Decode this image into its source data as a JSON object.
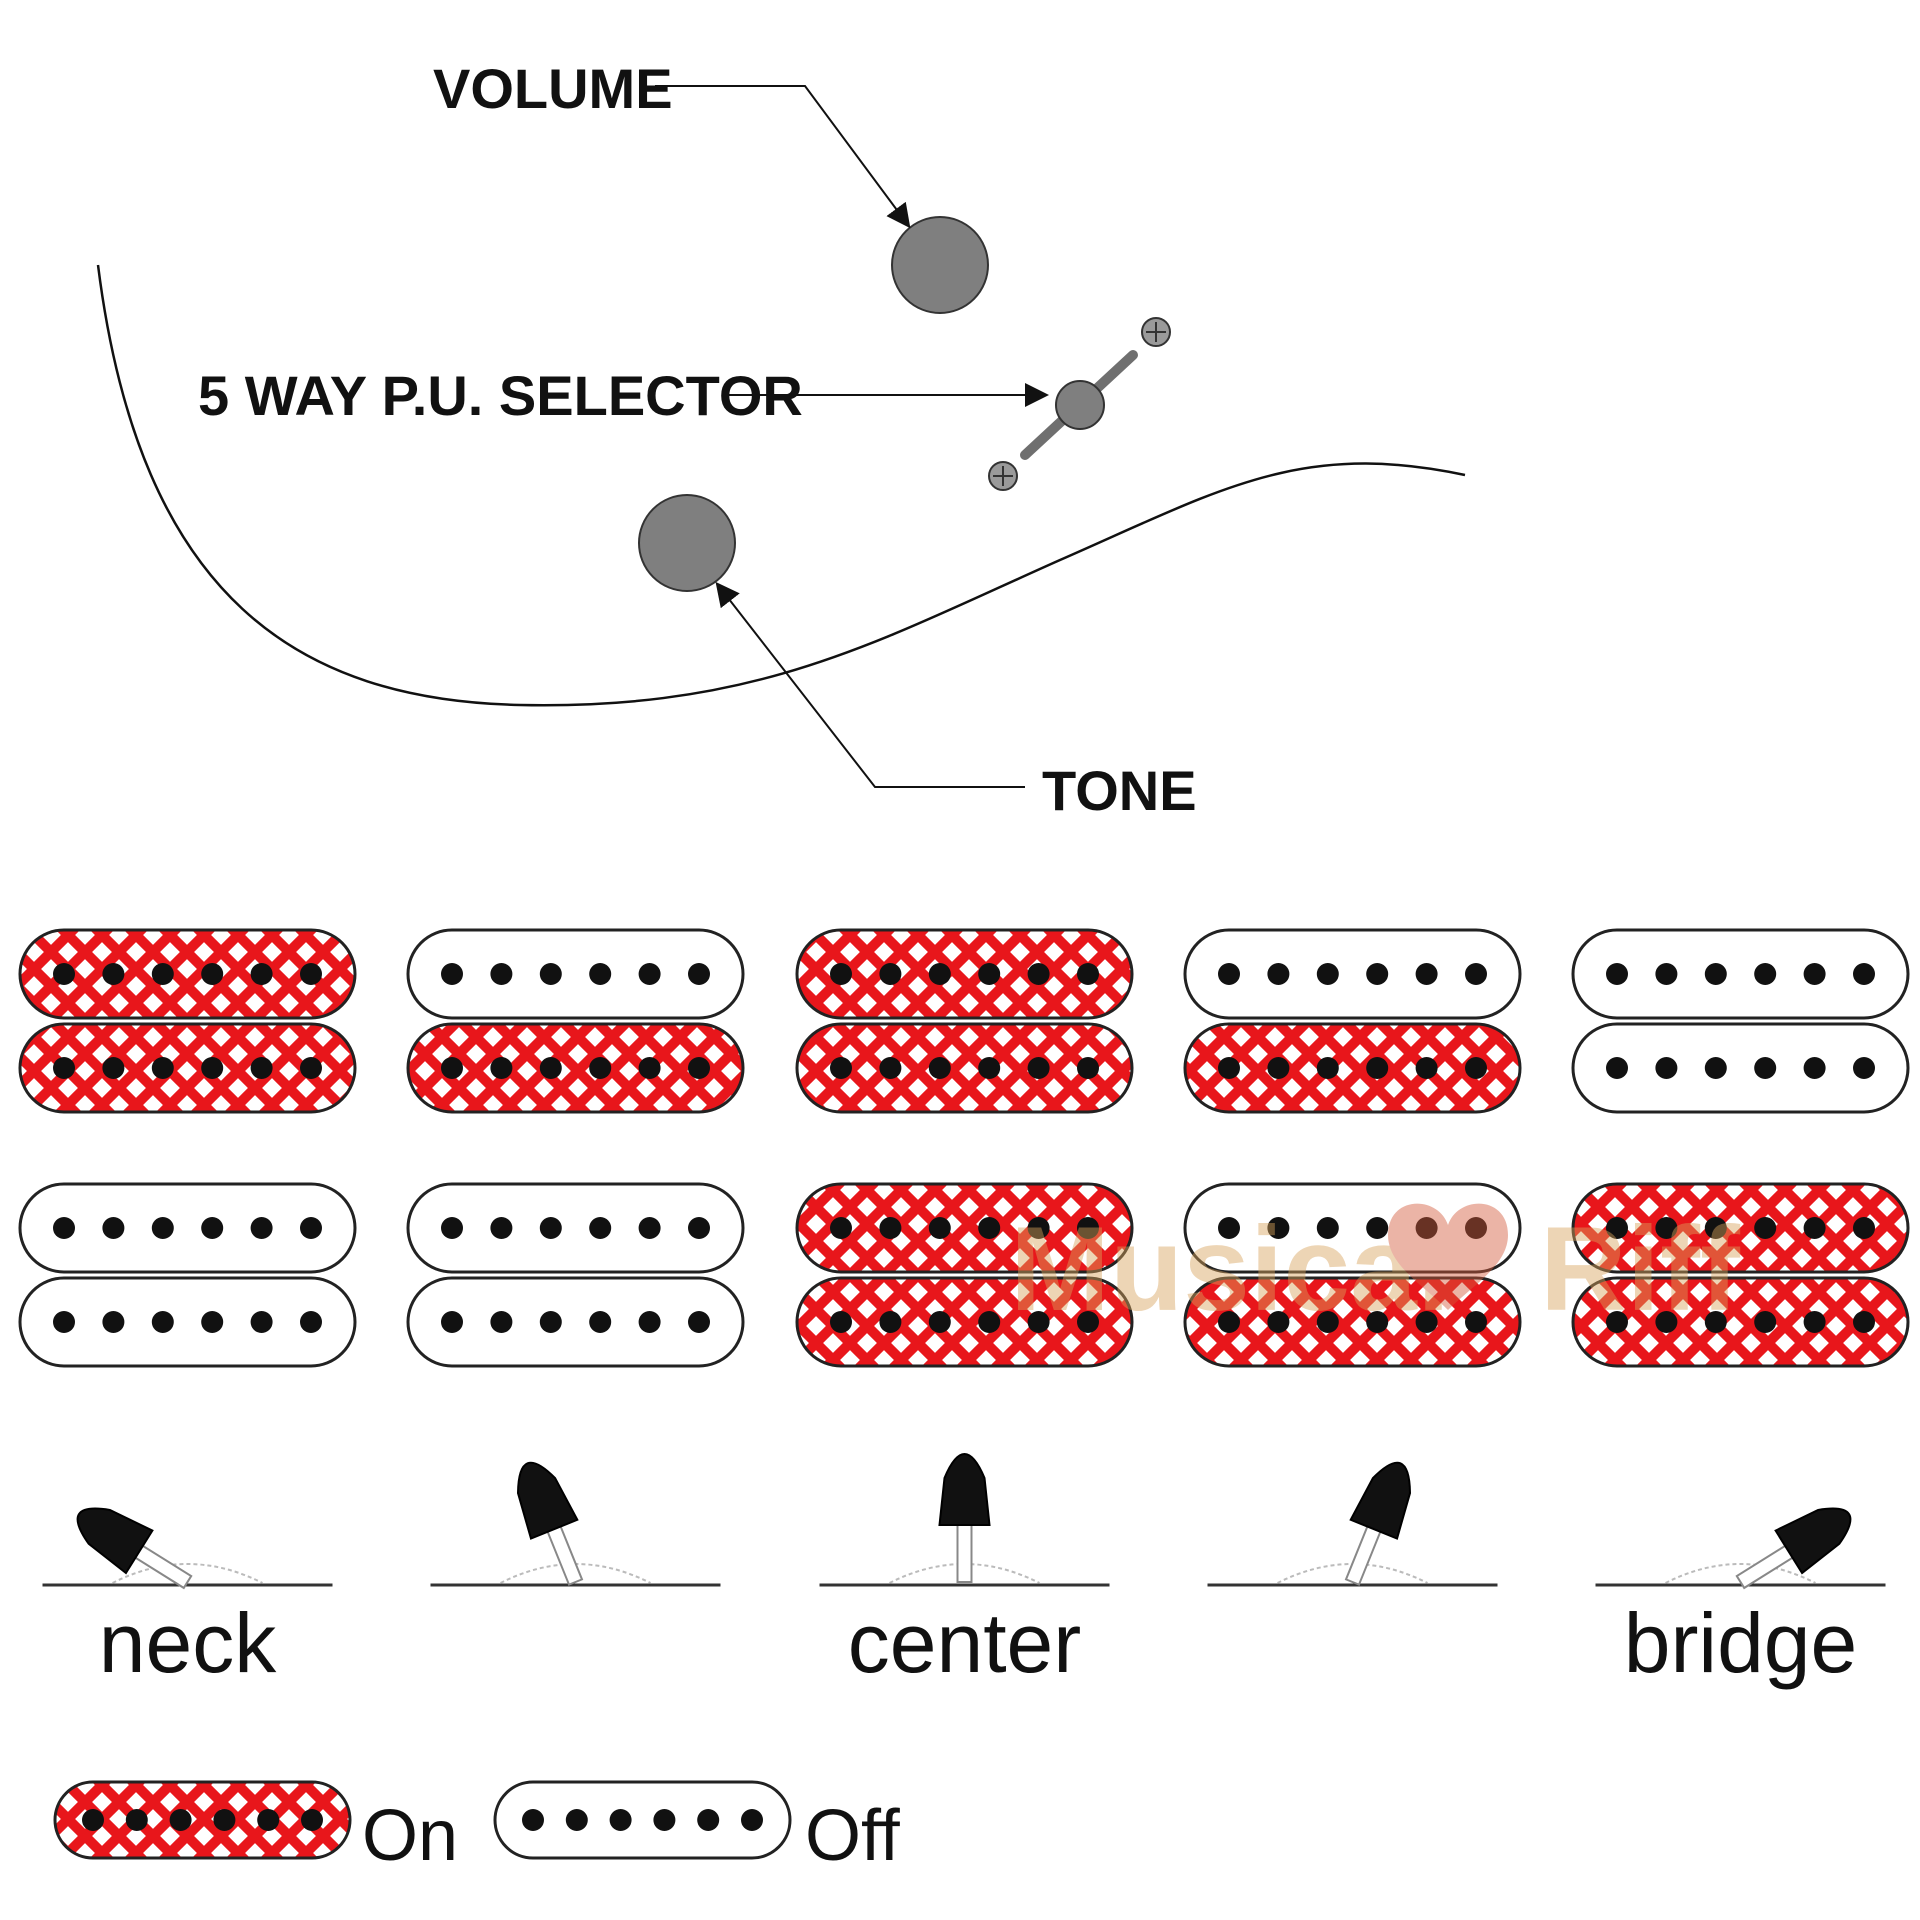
{
  "controls": {
    "volume_label": "VOLUME",
    "selector_label": "5 WAY P.U. SELECTOR",
    "tone_label": "TONE"
  },
  "positions": [
    {
      "label": "neck",
      "lever": "far-left",
      "neck": [
        true,
        true
      ],
      "bridge": [
        false,
        false
      ]
    },
    {
      "label": "",
      "lever": "left",
      "neck": [
        false,
        true
      ],
      "bridge": [
        false,
        false
      ]
    },
    {
      "label": "center",
      "lever": "middle",
      "neck": [
        true,
        true
      ],
      "bridge": [
        true,
        true
      ]
    },
    {
      "label": "",
      "lever": "right",
      "neck": [
        false,
        true
      ],
      "bridge": [
        false,
        true
      ]
    },
    {
      "label": "bridge",
      "lever": "far-right",
      "neck": [
        false,
        false
      ],
      "bridge": [
        true,
        true
      ]
    }
  ],
  "legend": {
    "on_label": "On",
    "off_label": "Off"
  },
  "watermark": {
    "left": "Musical",
    "right": "Riff"
  },
  "colors": {
    "on": "#e8161b",
    "off": "#ffffff",
    "knob": "#7f7f7f",
    "pole": "#111111",
    "lever": "#111111"
  }
}
